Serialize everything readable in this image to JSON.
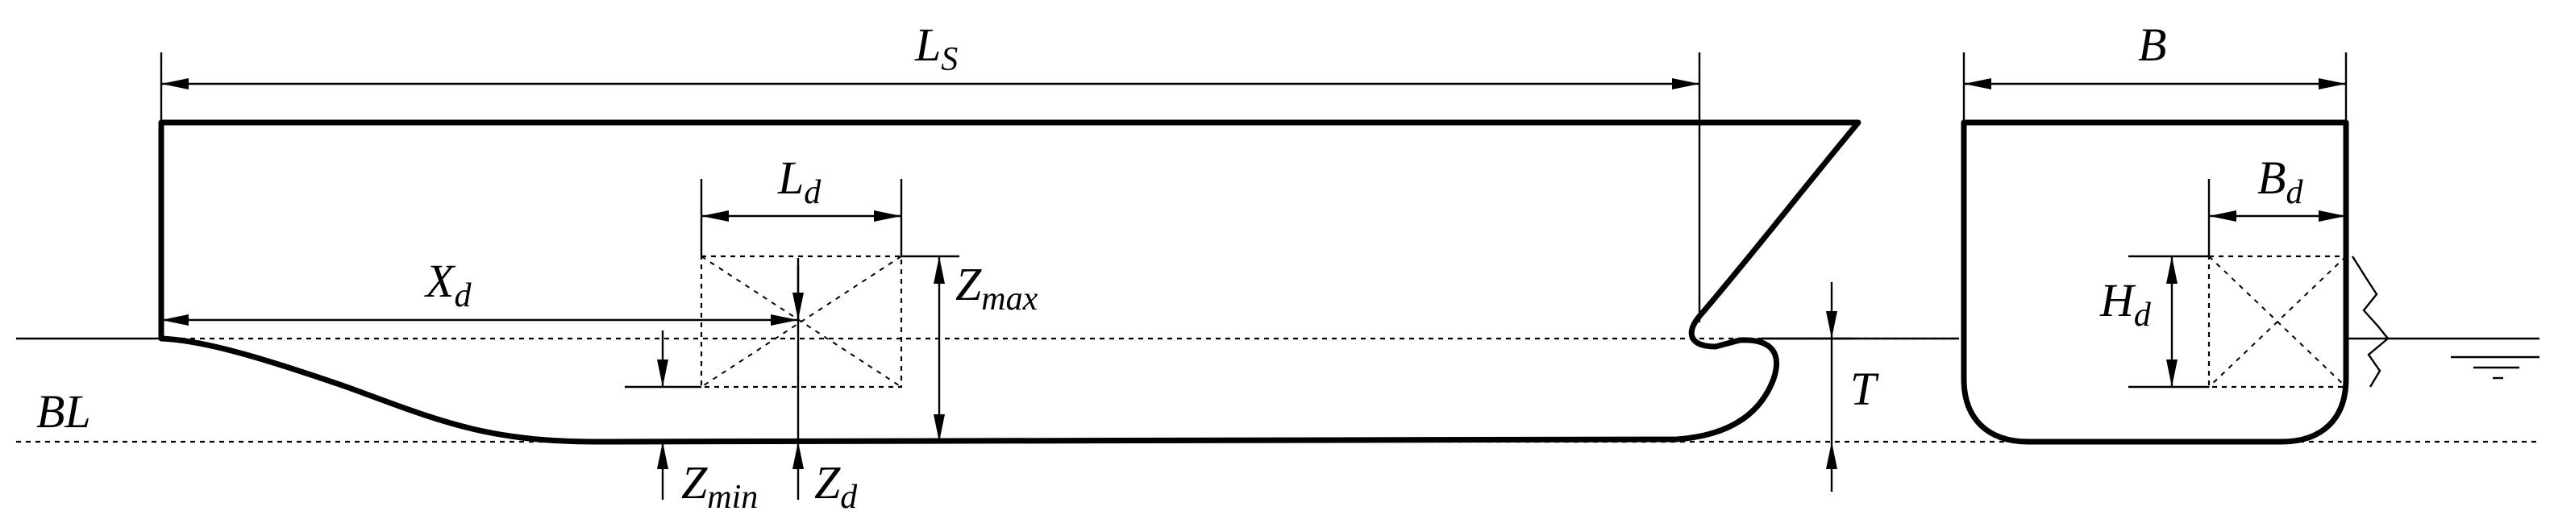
{
  "labels": {
    "ship_length": {
      "main": "L",
      "sub": "S"
    },
    "draught": {
      "main": "T"
    },
    "beam": {
      "main": "B"
    },
    "damage_length": {
      "main": "L",
      "sub": "d"
    },
    "damage_position": {
      "main": "X",
      "sub": "d"
    },
    "damage_zmax": {
      "main": "Z",
      "sub": "max"
    },
    "damage_zmin": {
      "main": "Z",
      "sub": "min"
    },
    "damage_zd": {
      "main": "Z",
      "sub": "d"
    },
    "damage_breadth": {
      "main": "B",
      "sub": "d"
    },
    "damage_height": {
      "main": "H",
      "sub": "d"
    },
    "baseline": {
      "main": "BL"
    }
  },
  "colors": {
    "line": "#000000",
    "background": "#ffffff"
  }
}
